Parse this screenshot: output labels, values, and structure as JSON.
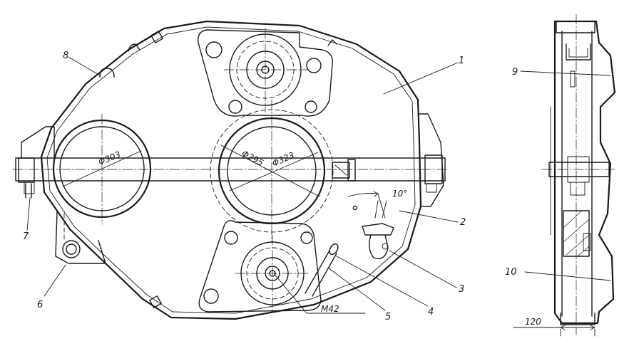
{
  "callouts": {
    "c1": "1",
    "c2": "2",
    "c3": "3",
    "c4": "4",
    "c5": "5",
    "c6": "6",
    "c7": "7",
    "c8": "8",
    "c9": "9",
    "c10": "10"
  },
  "dimensions": {
    "left_bore": "Φ303",
    "center_inner": "Φ295",
    "center_outer": "Φ323",
    "angle": "10°",
    "thread": "M42",
    "width": "120"
  }
}
